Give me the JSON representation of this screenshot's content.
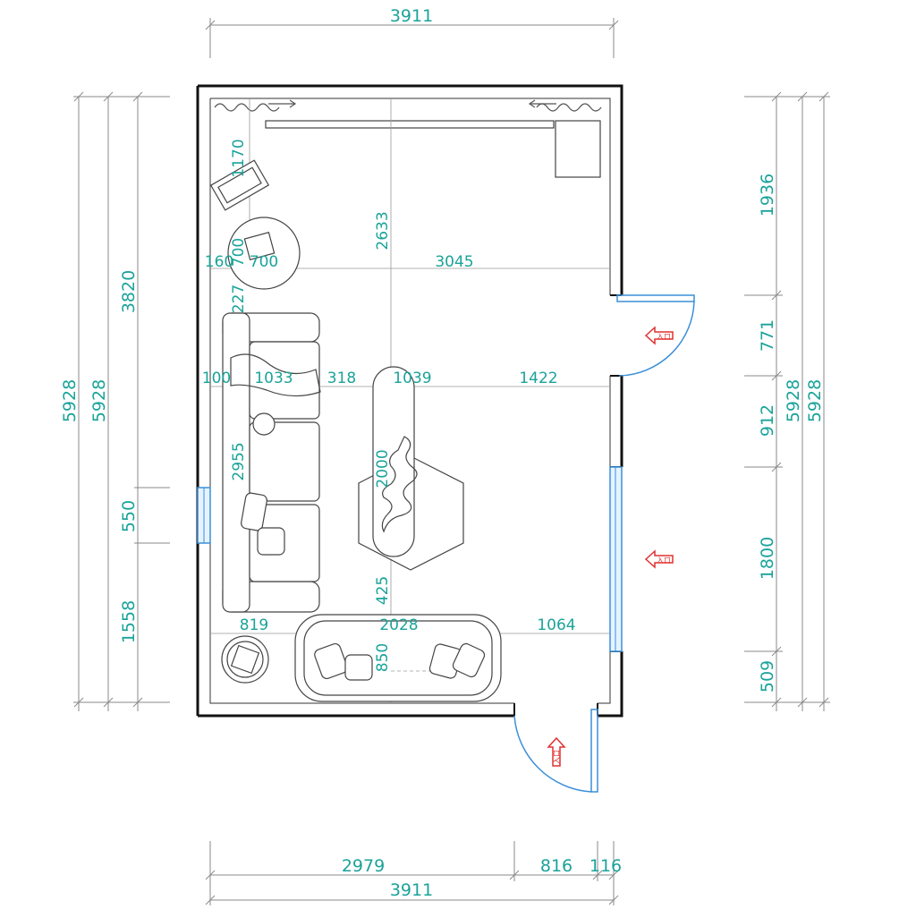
{
  "dimensions": {
    "top_total": "3911",
    "bottom_total": "3911",
    "bottom_left": "2979",
    "bottom_door": "816",
    "bottom_right": "116",
    "left_outer": "5928",
    "left_middle": "5928",
    "left_upper": "3820",
    "left_window": "550",
    "left_lower": "1558",
    "right_upper": "1936",
    "right_door": "771",
    "right_mid": "912",
    "right_window": "1800",
    "right_lower": "509",
    "right_total_a": "5928",
    "right_total_b": "5928"
  },
  "interior": {
    "armchair_depth": "1170",
    "side_table_depth": "700",
    "side_table_width": "700",
    "left_gap_small": "160",
    "top_span": "2633",
    "mid_span": "3045",
    "sofa_gap_top": "227",
    "wall_gap": "100",
    "sofa_depth": "1033",
    "sofa_table_gap": "318",
    "table_width": "1039",
    "table_window_gap": "1422",
    "sofa_length": "2955",
    "table_length": "2000",
    "table_bench_gap": "425",
    "corner_gap": "819",
    "bench_length": "2028",
    "bench_right_gap": "1064",
    "bench_depth": "850"
  },
  "door_labels": {
    "right_door": "入口",
    "right_window": "入口",
    "bottom_door": "入口"
  },
  "colors": {
    "dimension_text": "#1aa39a",
    "window": "#3a8fd8",
    "entry_arrow": "#e03030",
    "wall": "#111111"
  }
}
